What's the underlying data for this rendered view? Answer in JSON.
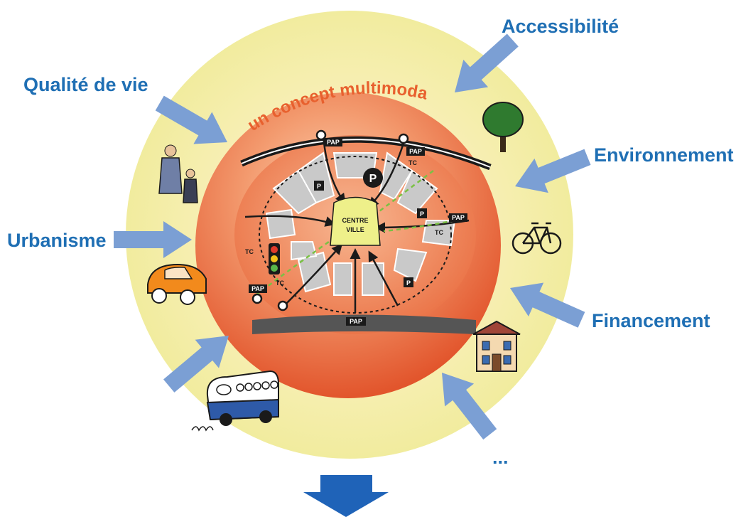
{
  "labels": {
    "accessibilite": "Accessibilité",
    "qualite_de_vie": "Qualité de vie",
    "environnement": "Environnement",
    "urbanisme": "Urbanisme",
    "financement": "Financement",
    "ellipsis": "..."
  },
  "center": {
    "arc_title": "un concept multimodal",
    "centre_line1": "CENTRE",
    "centre_line2": "VILLE"
  },
  "map_tags": {
    "pap": "PAP",
    "tc": "TC",
    "p": "P"
  },
  "colors": {
    "label_blue": "#1f6fb4",
    "arrow_blue": "#7b9fd4",
    "down_arrow": "#1f63b8",
    "yellow_ring": "#f4eeaa",
    "orange_core": "#e8643a",
    "title_orange": "#e8602e"
  }
}
